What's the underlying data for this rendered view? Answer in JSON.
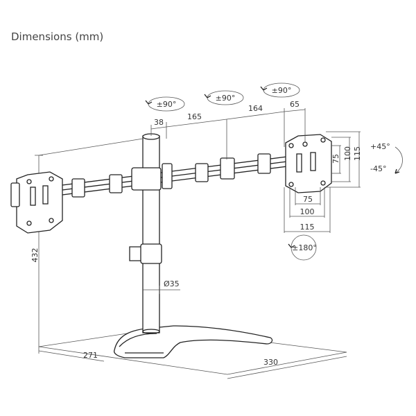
{
  "title": "Dimensions (mm)",
  "rotations": {
    "tilt_left": "±90°",
    "tilt_center": "±90°",
    "tilt_right": "±90°",
    "swivel_plus": "+45°",
    "swivel_minus": "-45°",
    "rotate": "±180°"
  },
  "dimensions": {
    "arm_offset": "38",
    "arm_seg_1": "165",
    "arm_seg_2": "164",
    "arm_end": "65",
    "vesa_h_75": "75",
    "vesa_h_100": "100",
    "vesa_h_115": "115",
    "vesa_w_75": "75",
    "vesa_w_100": "100",
    "vesa_w_115": "115",
    "height": "432",
    "pole_diameter": "Ø35",
    "base_depth": "271",
    "base_width": "330"
  },
  "colors": {
    "line": "#222222",
    "text": "#333333",
    "background": "#ffffff"
  }
}
